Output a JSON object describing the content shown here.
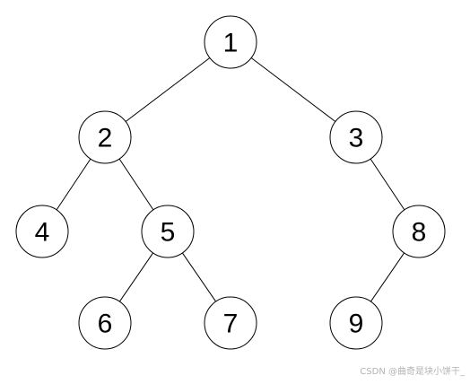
{
  "tree": {
    "nodes": [
      {
        "id": "1",
        "label": "1"
      },
      {
        "id": "2",
        "label": "2"
      },
      {
        "id": "3",
        "label": "3"
      },
      {
        "id": "4",
        "label": "4"
      },
      {
        "id": "5",
        "label": "5"
      },
      {
        "id": "8",
        "label": "8"
      },
      {
        "id": "6",
        "label": "6"
      },
      {
        "id": "7",
        "label": "7"
      },
      {
        "id": "9",
        "label": "9"
      }
    ],
    "edges": [
      {
        "from": "1",
        "to": "2"
      },
      {
        "from": "1",
        "to": "3"
      },
      {
        "from": "2",
        "to": "4"
      },
      {
        "from": "2",
        "to": "5"
      },
      {
        "from": "3",
        "to": "8"
      },
      {
        "from": "5",
        "to": "6"
      },
      {
        "from": "5",
        "to": "7"
      },
      {
        "from": "8",
        "to": "9"
      }
    ]
  },
  "watermark": {
    "text": "CSDN @曲奇是块小饼干_"
  }
}
